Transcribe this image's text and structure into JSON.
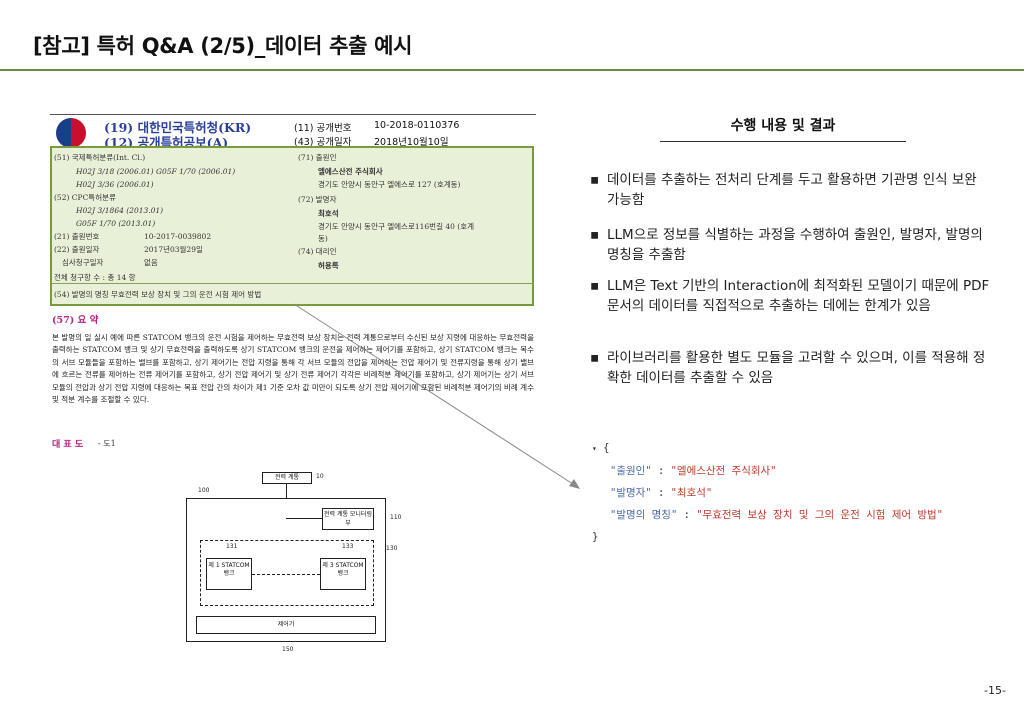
{
  "header": {
    "title": "[참고] 특허 Q&A (2/5)_데이터 추출 예시"
  },
  "patent": {
    "office_line": "(19) 대한민국특허청(KR)",
    "pub_type_line": "(12) 공개특허공보(A)",
    "pub_no_label": "(11) 공개번호",
    "pub_no": "10-2018-0110376",
    "pub_date_label": "(43) 공개일자",
    "pub_date": "2018년10월10일",
    "ipc_label": "(51) 국제특허분류(Int. Cl.)",
    "ipc_1": "H02J 3/18 (2006.01)   G05F 1/70 (2006.01)",
    "ipc_2": "H02J 3/36 (2006.01)",
    "cpc_label": "(52) CPC특허분류",
    "cpc_1": "H02J 3/1864 (2013.01)",
    "cpc_2": "G05F 1/70 (2013.01)",
    "app_no_label": "(21) 출원번호",
    "app_no": "10-2017-0039802",
    "app_date_label": "(22) 출원일자",
    "app_date": "2017년03월29일",
    "exam_label": "심사청구일자",
    "exam_value": "없음",
    "applicant_label": "(71) 출원인",
    "applicant": "엘에스산전 주식회사",
    "applicant_addr": "경기도 안양시 동안구 엘에스로 127 (호계동)",
    "inventor_label": "(72) 발명자",
    "inventor": "최호석",
    "inventor_addr_1": "경기도 안양시 동안구 엘에스로116번길 40 (호계",
    "inventor_addr_2": "동)",
    "agent_label": "(74) 대리인",
    "agent": "허용록",
    "claims_line": "전체 청구항 수 : 총 14 항",
    "invention_title_line": "(54) 발명의 명칭  무효전력 보상 장치 및 그의 운전 시험 제어 방법",
    "abstract_heading": "(57) 요 약",
    "abstract": "본 발명의 일 실시 예에 따른 STATCOM 뱅크의 운전 시험을 제어하는 무효전력 보상 장치는 전력 계통으로부터 수신된 보상 지령에 대응하는 무효전력을 출력하는 STATCOM 뱅크 및 상기 무효전력을 출력하도록 상기 STATCOM 뱅크의 운전을 제어하는 제어기를 포함하고, 상기 STATCOM 뱅크는 복수의 서브 모듈들을 포함하는 밸브를 포함하고, 상기 제어기는 전압 지령을 통해 각 서브 모듈의 전압을 제어하는 전압 제어기 및 전류지령을 통해 상기 밸브에 흐르는 전류를 제어하는 전류 제어기를 포함하고, 상기 전압 제어기 및 상기 전류 제어기 각각은 비례적분 제어기를 포함하고, 상기 제어기는 상기 서브 모듈의 전압과 상기 전압 지령에 대응하는 목표 전압 간의 차이가 제1 기준 오차 값 미만이 되도록 상기 전압 제어기에 포함된 비례적분 제어기의 비례 계수 및 적분 계수를 조절할 수 있다.",
    "rep_fig_label": "대 표 도",
    "rep_fig_value": "- 도1",
    "diagram": {
      "grid": "전력 계통",
      "grid_ref": "10",
      "system_ref": "100",
      "monitor": "전력 계통 모니터링부",
      "monitor_ref": "110",
      "bank_group_ref": "130",
      "bank1_ref": "131",
      "bank1": "제 1 STATCOM 뱅크",
      "bank3_ref": "133",
      "bank3": "제 3 STATCOM 뱅크",
      "controller": "제어기",
      "controller_ref": "150"
    }
  },
  "results": {
    "title": "수행 내용 및 결과",
    "bullet_char": "▪",
    "bullets": [
      "데이터를 추출하는 전처리 단계를 두고 활용하면 기관명 인식 보완 가능함",
      "LLM으로 정보를 식별하는 과정을 수행하여 출원인, 발명자, 발명의 명칭을 추출함",
      "LLM은 Text 기반의 Interaction에  최적화된 모델이기 때문에 PDF 문서의 데이터를 직접적으로 추출하는 데에는 한계가 있음",
      "라이브러리를 활용한 별도 모듈을 고려할 수 있으며, 이를 적용해 정확한 데이터를 추출할 수 있음"
    ]
  },
  "json_output": {
    "toggle": "▾",
    "open": "{",
    "close": "}",
    "rows": [
      {
        "key": "\"출원인\"",
        "sep": " : ",
        "value": "\"엘에스산전 주식회사\""
      },
      {
        "key": "\"발명자\"",
        "sep": " : ",
        "value": "\"최호석\""
      },
      {
        "key": "\"발명의 명칭\"",
        "sep": " : ",
        "value": "\"무효전력 보상 장치 및 그의 운전 시험 제어 방법\""
      }
    ]
  },
  "footer": {
    "page_number": "-15-"
  }
}
